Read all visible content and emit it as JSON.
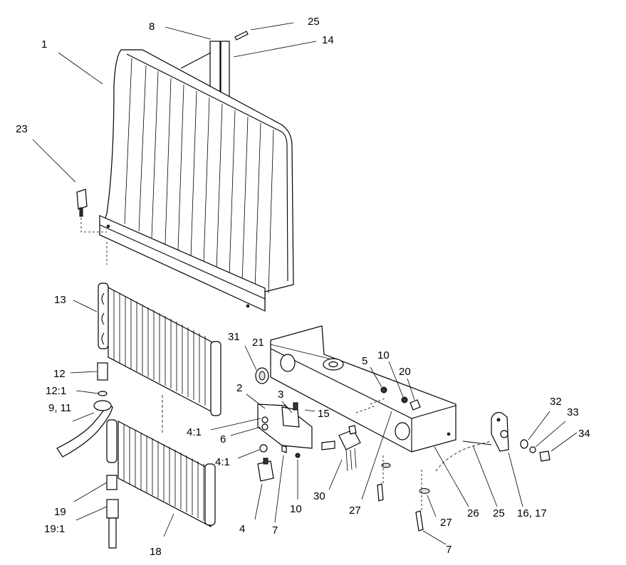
{
  "diagram": {
    "callouts": {
      "c1": "1",
      "c8": "8",
      "c25a": "25",
      "c14": "14",
      "c23": "23",
      "c13": "13",
      "c12": "12",
      "c12_1": "12:1",
      "c9_11": "9, 11",
      "c19": "19",
      "c19_1": "19:1",
      "c18": "18",
      "c31": "31",
      "c21": "21",
      "c5": "5",
      "c10a": "10",
      "c20": "20",
      "c2": "2",
      "c3": "3",
      "c15": "15",
      "c4_1a": "4:1",
      "c6": "6",
      "c4_1b": "4:1",
      "c4": "4",
      "c7a": "7",
      "c10b": "10",
      "c30": "30",
      "c27a": "27",
      "c26": "26",
      "c25b": "25",
      "c27b": "27",
      "c7b": "7",
      "c32": "32",
      "c33": "33",
      "c34": "34",
      "c16_17": "16, 17"
    }
  }
}
